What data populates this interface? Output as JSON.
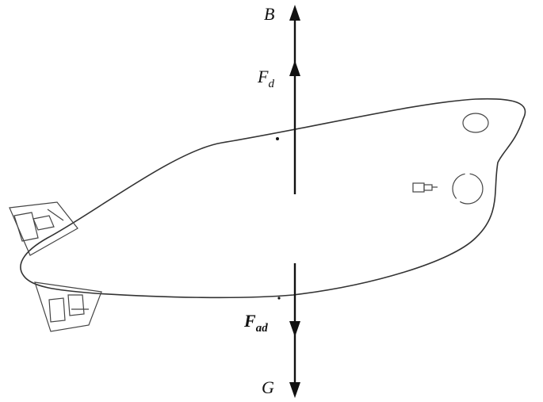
{
  "labels": {
    "buoyancy": "B",
    "drag_up": {
      "base": "F",
      "sub": "d"
    },
    "drag_added": {
      "base": "F",
      "sub": "ad"
    },
    "gravity": "G"
  }
}
